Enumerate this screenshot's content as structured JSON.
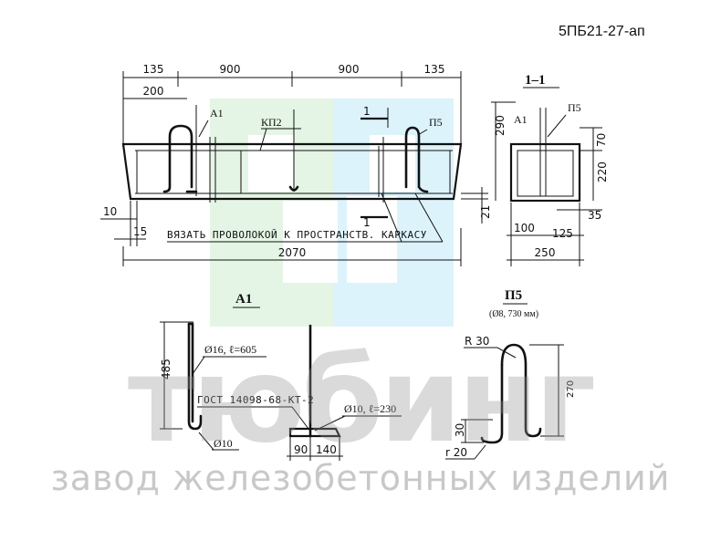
{
  "header": {
    "code": "5ПБ21-27-ап"
  },
  "elevation": {
    "dims_top": [
      "135",
      "900",
      "900",
      "135"
    ],
    "dim_200": "200",
    "dim_10": "10",
    "dim_15": "15",
    "dim_21": "21",
    "dim_total": "2070",
    "labels": {
      "a1": "А1",
      "kp2": "КП2",
      "p5": "П5",
      "cut1": "1",
      "cut2": "1"
    },
    "note": "ВЯЗАТЬ ПРОВОЛОКОЙ К ПРОСТРАНСТВ. КАРКАСУ"
  },
  "section": {
    "title": "1–1",
    "labels": {
      "a1": "А1",
      "p5": "П5"
    },
    "dims": {
      "d290": "290",
      "d70": "70",
      "d220": "220",
      "d35": "35",
      "d100": "100",
      "d125": "125",
      "d250": "250"
    }
  },
  "a1_detail": {
    "title": "А1",
    "d485": "485",
    "spec1": "Ø16, ℓ=605",
    "spec2": "Ø10",
    "gost": "ГОСТ 14098-68-КТ-2",
    "spec3": "Ø10, ℓ=230",
    "d90": "90",
    "d140": "140"
  },
  "p5_detail": {
    "title": "П5",
    "subtitle": "(Ø8, 730 мм)",
    "r30": "R 30",
    "d270": "270",
    "d30": "30",
    "r20": "r 20"
  },
  "watermark": {
    "brand": "тюбинг",
    "text": "завод железобетонных изделий",
    "colors": {
      "green": "#d9f0d9",
      "blue": "#cfeef8",
      "gray": "#bdbdbd"
    }
  }
}
